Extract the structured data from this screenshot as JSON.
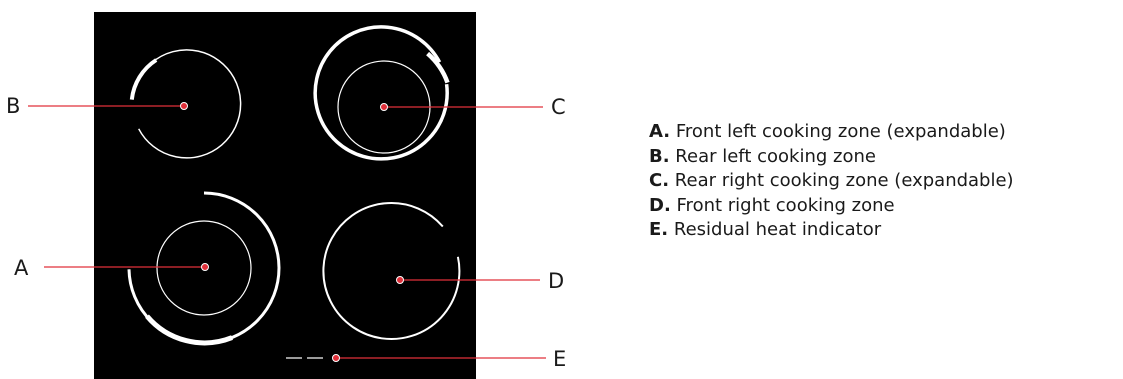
{
  "colors": {
    "hob": "#000000",
    "zone_line": "#ffffff",
    "callout": "#e0303a",
    "text": "#1a1a1a"
  },
  "callouts": {
    "A": "A",
    "B": "B",
    "C": "C",
    "D": "D",
    "E": "E"
  },
  "legend": [
    {
      "key": "A.",
      "text": "Front left cooking zone (expandable)"
    },
    {
      "key": "B.",
      "text": "Rear left cooking zone"
    },
    {
      "key": "C.",
      "text": "Rear right cooking zone (expandable)"
    },
    {
      "key": "D.",
      "text": "Front right cooking zone"
    },
    {
      "key": "E.",
      "text": "Residual heat indicator"
    }
  ]
}
